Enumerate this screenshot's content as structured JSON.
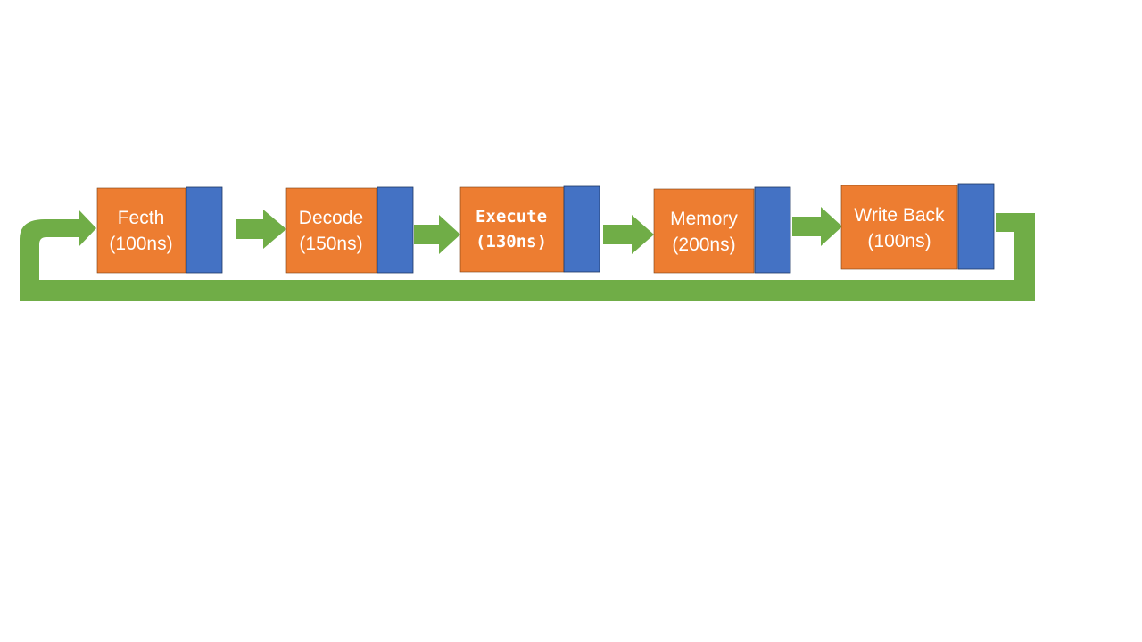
{
  "colors": {
    "stage_fill": "#ED7D31",
    "register_fill": "#4472C4",
    "arrow_fill": "#70AD47",
    "text": "#FFFFFF"
  },
  "stages": [
    {
      "name": "Fecth",
      "time": "(100ns)"
    },
    {
      "name": "Decode",
      "time": "(150ns)"
    },
    {
      "name": "Execute",
      "time": "(130ns)"
    },
    {
      "name": "Memory",
      "time": "(200ns)"
    },
    {
      "name": "Write Back",
      "time": "(100ns)"
    }
  ],
  "arrow_icon": "right-arrow-icon",
  "loop_icon": "feedback-loop-arrow-icon"
}
